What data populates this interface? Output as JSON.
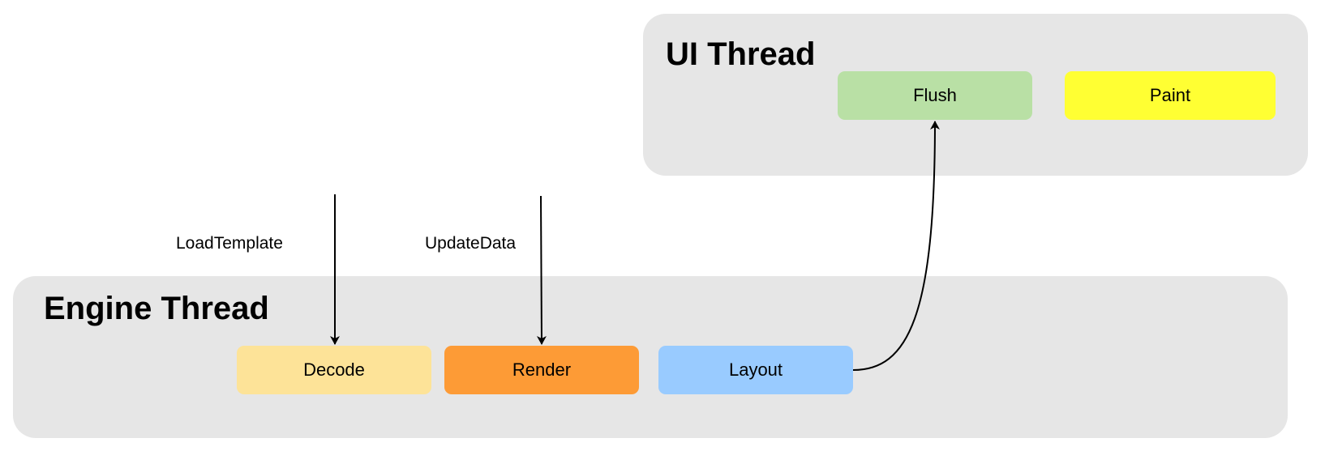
{
  "lanes": {
    "ui": {
      "title": "UI Thread"
    },
    "engine": {
      "title": "Engine Thread"
    }
  },
  "steps": {
    "flush": {
      "label": "Flush",
      "color": "#b9e0a5"
    },
    "paint": {
      "label": "Paint",
      "color": "#ffff33"
    },
    "decode": {
      "label": "Decode",
      "color": "#fde398"
    },
    "render": {
      "label": "Render",
      "color": "#fd9b36"
    },
    "layout": {
      "label": "Layout",
      "color": "#99cbff"
    }
  },
  "edges": {
    "load_template": "LoadTemplate",
    "update_data": "UpdateData"
  },
  "colors": {
    "lane_background": "#e6e6e6",
    "arrow": "#000000"
  }
}
